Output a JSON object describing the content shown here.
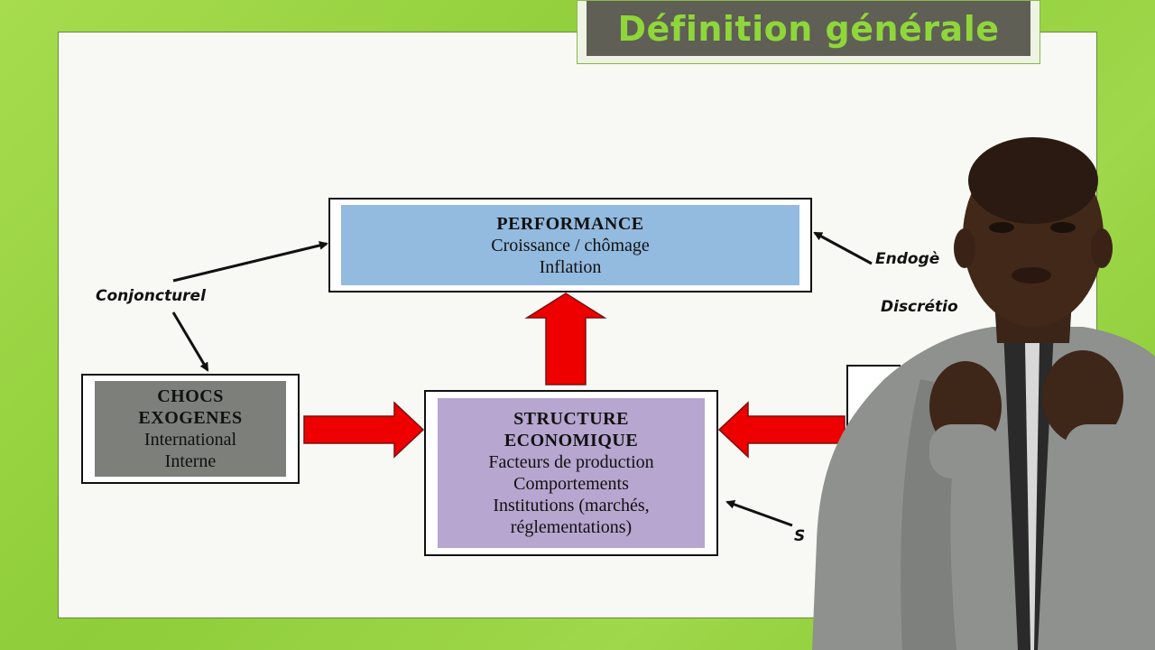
{
  "header": {
    "title": "Définition générale"
  },
  "diagram": {
    "performance": {
      "heading": "PERFORMANCE",
      "lines": [
        "Croissance / chômage",
        "Inflation"
      ],
      "color": "#93badf"
    },
    "chocs": {
      "heading1": "CHOCS",
      "heading2": "EXOGENES",
      "lines": [
        "International",
        "Interne"
      ],
      "color": "#7c7f7a"
    },
    "structure": {
      "heading1": "STRUCTURE",
      "heading2": "ECONOMIQUE",
      "lines": [
        "Facteurs de production",
        "Comportements",
        "Institutions (marchés,",
        "réglementations)"
      ],
      "color": "#b7a6cf"
    },
    "labels": {
      "conjoncturel": "Conjoncturel",
      "endogene": "Endogè",
      "discretion": "Discrétio",
      "partial_s": "S"
    },
    "arrow_color": "#ee0000"
  }
}
